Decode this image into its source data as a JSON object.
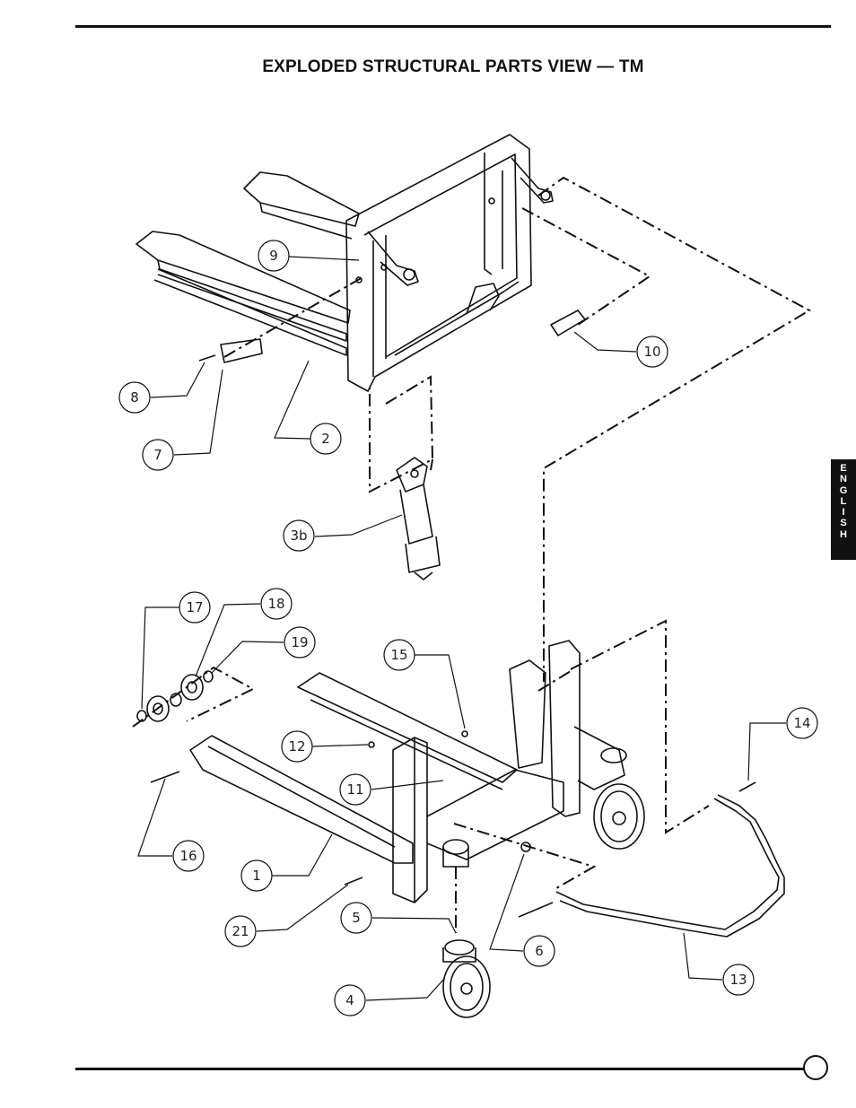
{
  "header": {
    "title": "EXPLODED STRUCTURAL PARTS VIEW  — TM"
  },
  "side_tab": {
    "letters": [
      "E",
      "N",
      "G",
      "L",
      "I",
      "S",
      "H"
    ]
  },
  "callouts": {
    "c9": "9",
    "c10": "10",
    "c8": "8",
    "c2": "2",
    "c7": "7",
    "c3b": "3b",
    "c17": "17",
    "c18": "18",
    "c19": "19",
    "c15": "15",
    "c14": "14",
    "c12": "12",
    "c11": "11",
    "c16": "16",
    "c1": "1",
    "c21": "21",
    "c5": "5",
    "c6": "6",
    "c13": "13",
    "c4": "4"
  }
}
